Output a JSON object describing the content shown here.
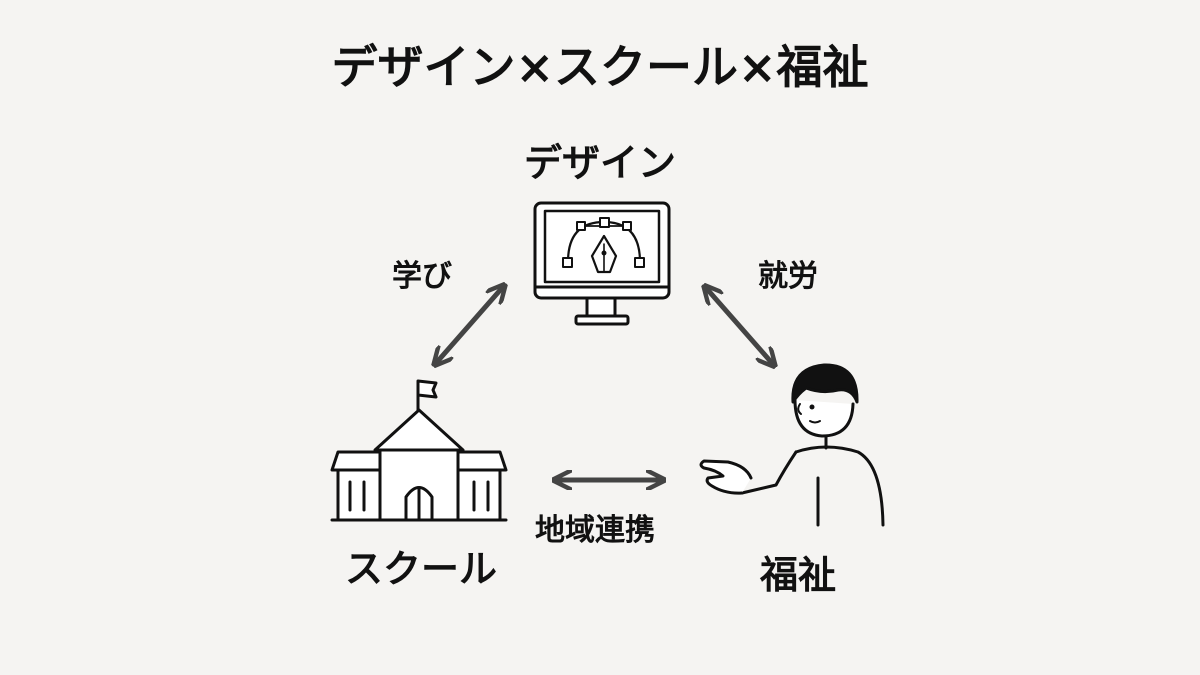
{
  "title": "デザイン×スクール×福祉",
  "nodes": {
    "design": "デザイン",
    "school": "スクール",
    "welfare": "福祉"
  },
  "edges": {
    "learning": "学び",
    "employment": "就労",
    "local_collaboration": "地域連携"
  },
  "icons": {
    "design": "monitor-pen-tool-icon",
    "school": "school-building-icon",
    "welfare": "person-gesturing-icon"
  },
  "colors": {
    "background": "#f5f4f2",
    "ink": "#111111",
    "arrow": "#444444"
  }
}
